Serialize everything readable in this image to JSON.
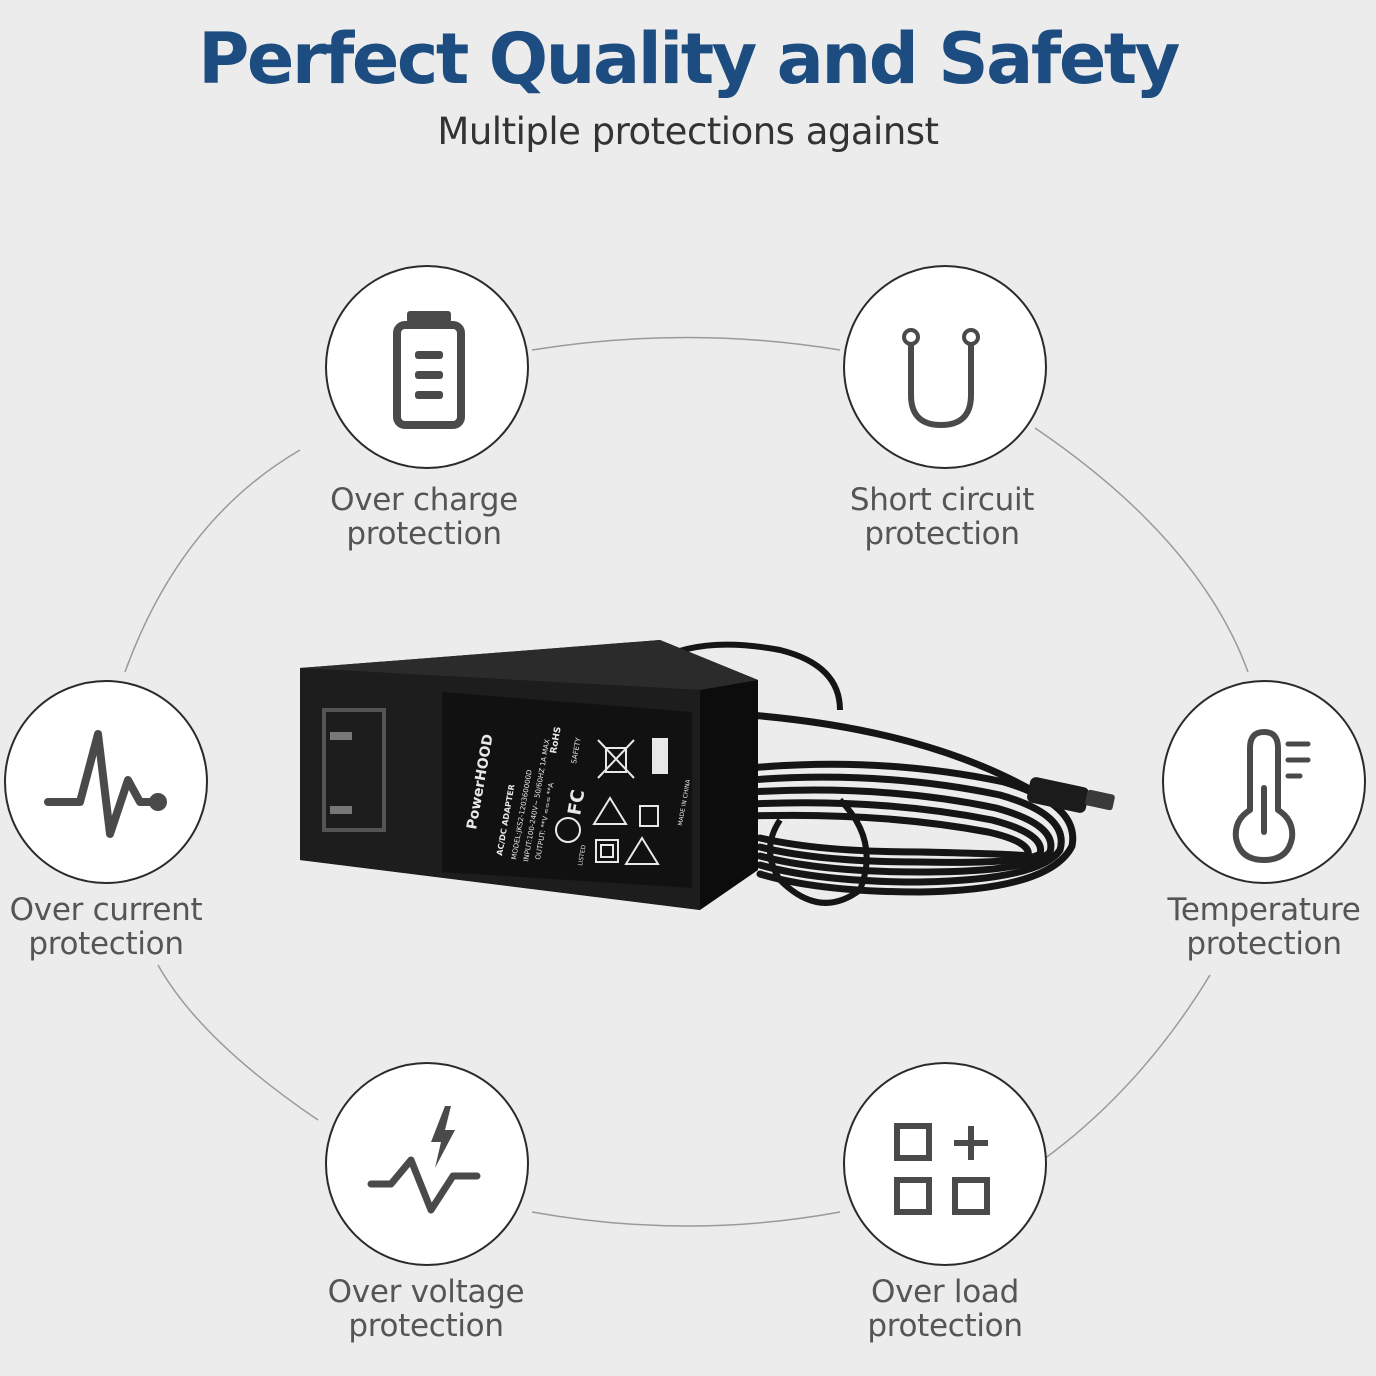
{
  "header": {
    "title": "Perfect Quality and Safety",
    "subtitle": "Multiple protections against"
  },
  "features": [
    {
      "line1": "Over charge",
      "line2": "protection",
      "icon": "battery-icon"
    },
    {
      "line1": "Short circuit",
      "line2": "protection",
      "icon": "u-circuit-icon"
    },
    {
      "line1": "Over current",
      "line2": "protection",
      "icon": "pulse-icon"
    },
    {
      "line1": "Temperature",
      "line2": "protection",
      "icon": "thermometer-icon"
    },
    {
      "line1": "Over voltage",
      "line2": "protection",
      "icon": "voltage-spike-icon"
    },
    {
      "line1": "Over load",
      "line2": "protection",
      "icon": "grid-plus-icon"
    }
  ],
  "product": {
    "brand": "PowerHOOD",
    "type_text": "AC/DC ADAPTER",
    "model_text": "MODEL:JKS2-120360000D",
    "input_text": "INPUT:100-240V~ 50/60HZ 1A MAX",
    "output_text": "OUTPUT: **V === **A",
    "rohs": "RoHS",
    "fcc": "FC",
    "safety": "SAFETY",
    "ul_listed": "LISTED",
    "origin": "MADE IN CHINA"
  },
  "colors": {
    "title": "#1c4c80",
    "background": "#ececec",
    "icon": "#4a4a4a"
  }
}
